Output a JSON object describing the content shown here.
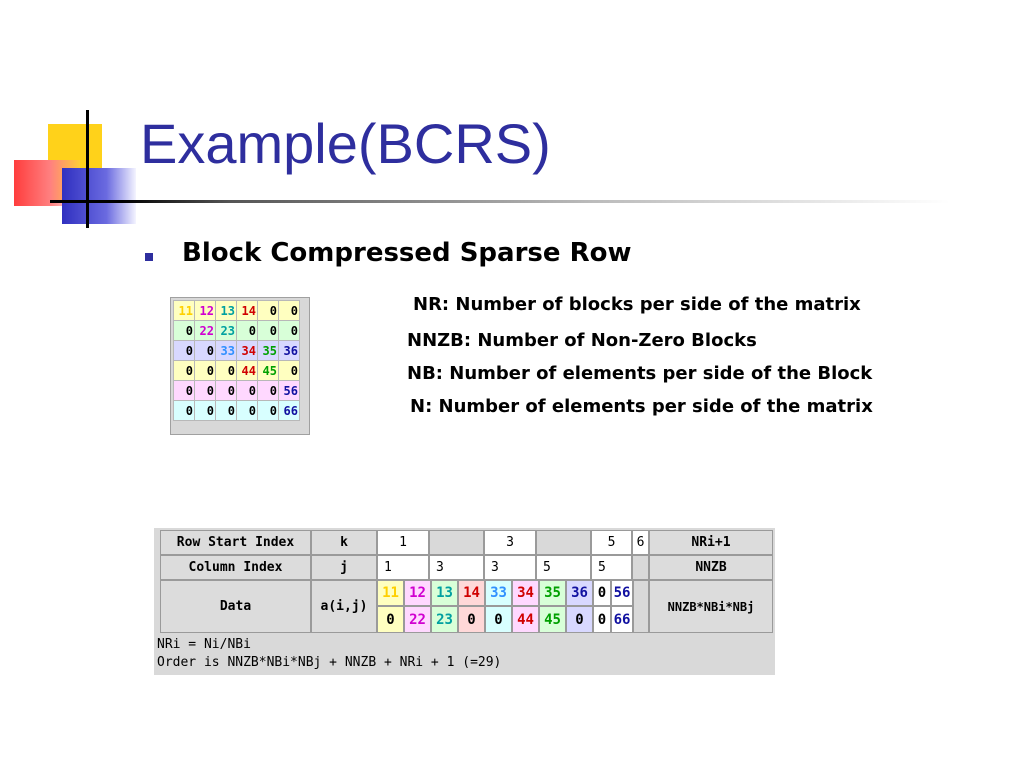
{
  "slide": {
    "title": "Example(BCRS)",
    "bullet": "Block Compressed Sparse Row"
  },
  "definitions": [
    "NR: Number of blocks per side of the matrix",
    "NNZB: Number of Non-Zero Blocks",
    "NB: Number of elements per side of the Block",
    "N: Number of elements per side of the matrix"
  ],
  "matrix": {
    "rows": [
      [
        "11",
        "12",
        "13",
        "14",
        "0",
        "0"
      ],
      [
        "0",
        "22",
        "23",
        "0",
        "0",
        "0"
      ],
      [
        "0",
        "0",
        "33",
        "34",
        "35",
        "36"
      ],
      [
        "0",
        "0",
        "0",
        "44",
        "45",
        "0"
      ],
      [
        "0",
        "0",
        "0",
        "0",
        "0",
        "56"
      ],
      [
        "0",
        "0",
        "0",
        "0",
        "0",
        "66"
      ]
    ],
    "row_colors": [
      "#ffffc0",
      "#d8ffd8",
      "#d8d8ff",
      "#ffffc0",
      "#ffd8ff",
      "#d8ffff"
    ],
    "value_colors": {
      "11": "#ffd000",
      "12": "#d000d0",
      "13": "#00a0a0",
      "14": "#d00000",
      "22": "#d000d0",
      "23": "#00a0a0",
      "33": "#3090ff",
      "34": "#d00000",
      "35": "#00a000",
      "36": "#1010a0",
      "44": "#d00000",
      "45": "#00a000",
      "56": "#1010a0",
      "66": "#1010a0",
      "0": "#000000"
    }
  },
  "bcrs": {
    "row_start": {
      "label": "Row Start Index",
      "var": "k",
      "values": [
        "1",
        "",
        "3",
        "",
        "5",
        "6"
      ],
      "size": "NRi+1"
    },
    "column": {
      "label": "Column Index",
      "var": "j",
      "values": [
        "1",
        "3",
        "3",
        "5",
        "5"
      ],
      "size": "NNZB"
    },
    "data": {
      "label": "Data",
      "var": "a(i,j)",
      "top": [
        "11",
        "12",
        "13",
        "14",
        "33",
        "34",
        "35",
        "36",
        "0",
        "56"
      ],
      "bottom": [
        "0",
        "22",
        "23",
        "0",
        "0",
        "44",
        "45",
        "0",
        "0",
        "66"
      ],
      "pair_colors": [
        "#ffffc0",
        "#ffd8ff",
        "#d8ffd8",
        "#ffd8d8",
        "#d8ffff",
        "#ffd8ff",
        "#d8ffd8",
        "#d8d8ff",
        "#ffffff",
        "#ffffff"
      ],
      "size": "NNZB*NBi*NBj"
    },
    "notes": [
      "NRi = Ni/NBi",
      "Order is NNZB*NBi*NBj + NNZB + NRi + 1 (=29)"
    ]
  }
}
